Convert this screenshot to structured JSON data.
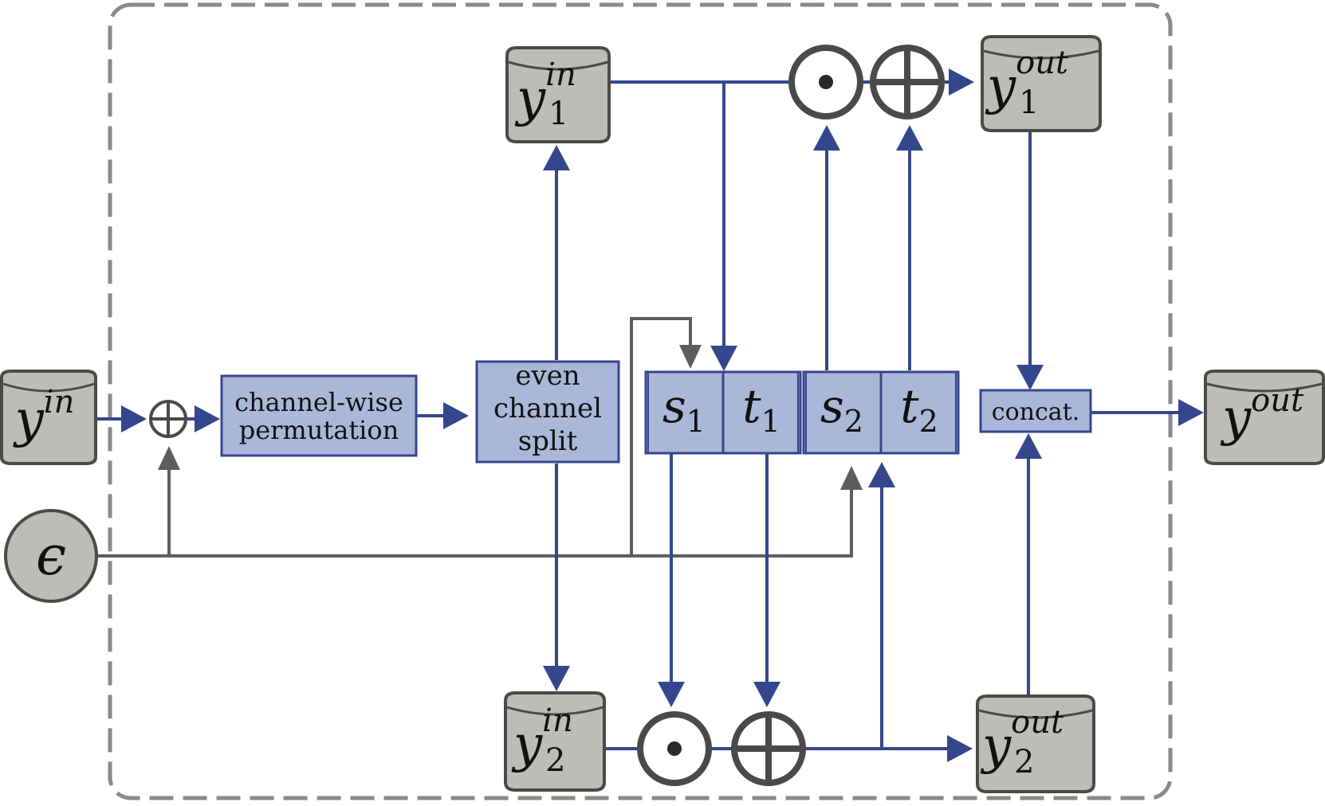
{
  "colors": {
    "blue_line": "#34478c",
    "gray_line": "#5e5e5e",
    "dash_border": "#8a8a8a",
    "block_fill": "#a9b8d8",
    "block_stroke": "#34478c",
    "node_fill": "#bdbcb6",
    "node_stroke": "#4a4a4a"
  },
  "nodes": {
    "y_in": {
      "base": "y",
      "sub": "",
      "sup": "in"
    },
    "y1_in": {
      "base": "y",
      "sub": "1",
      "sup": "in"
    },
    "y2_in": {
      "base": "y",
      "sub": "2",
      "sup": "in"
    },
    "y1_out": {
      "base": "y",
      "sub": "1",
      "sup": "out"
    },
    "y2_out": {
      "base": "y",
      "sub": "2",
      "sup": "out"
    },
    "y_out": {
      "base": "y",
      "sub": "",
      "sup": "out"
    },
    "epsilon": {
      "symbol": "ϵ"
    }
  },
  "blocks": {
    "permutation": {
      "line1": "channel-wise",
      "line2": "permutation"
    },
    "split": {
      "line1": "even",
      "line2": "channel",
      "line3": "split"
    },
    "concat": {
      "label": "concat."
    },
    "s1": {
      "base": "s",
      "sub": "1"
    },
    "t1": {
      "base": "t",
      "sub": "1"
    },
    "s2": {
      "base": "s",
      "sub": "2"
    },
    "t2": {
      "base": "t",
      "sub": "2"
    }
  },
  "operators": {
    "add_input": "add",
    "mul_top": "multiply",
    "add_top": "add",
    "mul_bottom": "multiply",
    "add_bottom": "add"
  }
}
